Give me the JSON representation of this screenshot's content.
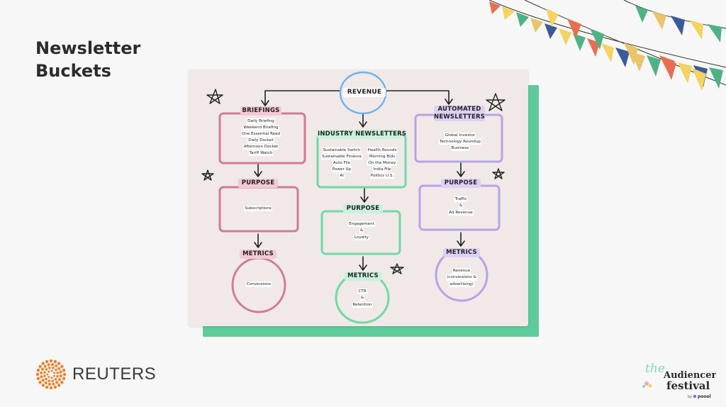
{
  "slide": {
    "title_line1": "Newsletter",
    "title_line2": "Buckets"
  },
  "diagram": {
    "root": "REVENUE",
    "briefings": {
      "heading": "BRIEFINGS",
      "items": [
        "Daily Briefing",
        "Weekend Briefing",
        "One Essential Read",
        "Daily Docket",
        "Afternoon Docket",
        "Tariff Watch"
      ],
      "purpose_heading": "PURPOSE",
      "purpose": [
        "Subscriptions"
      ],
      "metrics_heading": "METRICS",
      "metrics": [
        "Conversions"
      ]
    },
    "industry": {
      "heading": "INDUSTRY NEWSLETTERS",
      "items_left": [
        "Sustainable Switch",
        "Sustainable Finance",
        "Auto File",
        "Power Up",
        "AI"
      ],
      "items_right": [
        "Health Rounds",
        "Morning Bids",
        "On the Money",
        "India File",
        "Politics U.S."
      ],
      "purpose_heading": "PURPOSE",
      "purpose": [
        "Engagement",
        "&",
        "Loyalty"
      ],
      "metrics_heading": "METRICS",
      "metrics": [
        "CTR",
        "&",
        "Retention"
      ]
    },
    "automated": {
      "heading_line1": "AUTOMATED",
      "heading_line2": "NEWSLETTERS",
      "items": [
        "Global Investor",
        "Technology Roundup",
        "Business"
      ],
      "purpose_heading": "PURPOSE",
      "purpose": [
        "Traffic",
        "&",
        "Ad Revenue"
      ],
      "metrics_heading": "METRICS",
      "metrics": [
        "Revenue",
        "(conversions &",
        "advertising)"
      ]
    }
  },
  "footer": {
    "brand": "REUTERS",
    "festival_logo": {
      "word1": "the",
      "word2": "Audiencers",
      "word3": "festival",
      "byline": "by",
      "partner": "poool"
    }
  },
  "colors": {
    "pink": "#cf7c95",
    "green": "#6fd9a4",
    "purple": "#b7a3e6",
    "blue": "#6fb2ec",
    "board": "#f0e9e8",
    "board_shadow": "#5ecb9a",
    "reuters_orange": "#f07e26"
  }
}
